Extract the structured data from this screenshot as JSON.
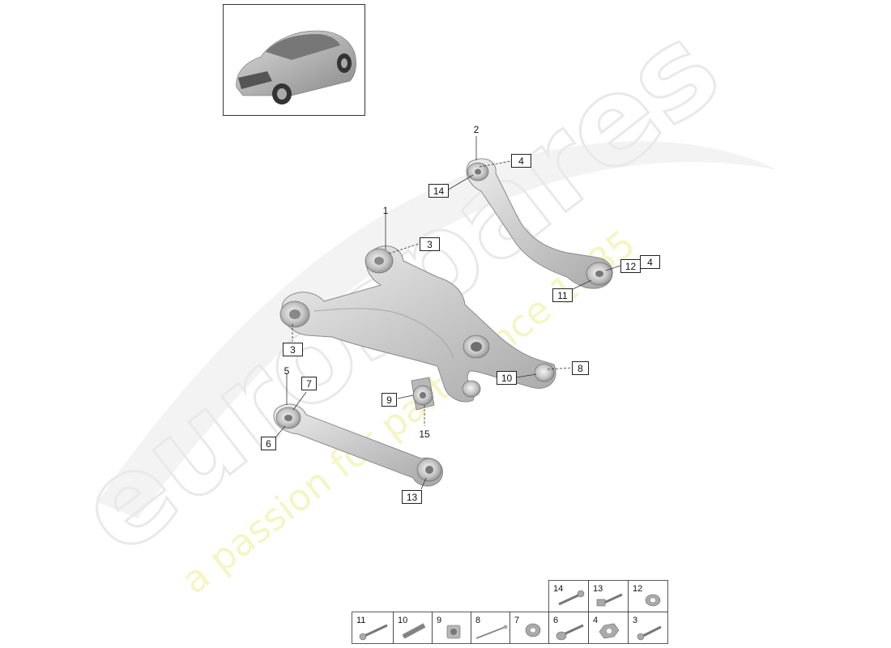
{
  "watermark": {
    "brand": "eurospares",
    "tagline": "a passion for parts since 1985"
  },
  "thumbnail": {
    "icon": "car-thumbnail-icon"
  },
  "callouts": [
    {
      "id": "c2",
      "label": "2",
      "boxed": false
    },
    {
      "id": "c4a",
      "label": "4",
      "boxed": true
    },
    {
      "id": "c14",
      "label": "14",
      "boxed": true
    },
    {
      "id": "c1",
      "label": "1",
      "boxed": false
    },
    {
      "id": "c3a",
      "label": "3",
      "boxed": true
    },
    {
      "id": "c12",
      "label": "12",
      "boxed": true
    },
    {
      "id": "c4b",
      "label": "4",
      "boxed": true
    },
    {
      "id": "c11",
      "label": "11",
      "boxed": true
    },
    {
      "id": "c3b",
      "label": "3",
      "boxed": true
    },
    {
      "id": "c8",
      "label": "8",
      "boxed": true
    },
    {
      "id": "c10",
      "label": "10",
      "boxed": true
    },
    {
      "id": "c5",
      "label": "5",
      "boxed": false
    },
    {
      "id": "c7",
      "label": "7",
      "boxed": true
    },
    {
      "id": "c9",
      "label": "9",
      "boxed": true
    },
    {
      "id": "c15",
      "label": "15",
      "boxed": false
    },
    {
      "id": "c6",
      "label": "6",
      "boxed": true
    },
    {
      "id": "c13",
      "label": "13",
      "boxed": true
    }
  ],
  "legend": {
    "top_row": [
      {
        "label": "14",
        "icon": "bolt-icon"
      },
      {
        "label": "13",
        "icon": "flange-bolt-icon"
      },
      {
        "label": "12",
        "icon": "washer-icon"
      }
    ],
    "bottom_row": [
      {
        "label": "11",
        "icon": "long-bolt-icon"
      },
      {
        "label": "10",
        "icon": "threaded-bolt-icon"
      },
      {
        "label": "9",
        "icon": "bushing-icon"
      },
      {
        "label": "8",
        "icon": "pin-icon"
      },
      {
        "label": "7",
        "icon": "washer-icon"
      },
      {
        "label": "6",
        "icon": "flange-bolt-icon"
      },
      {
        "label": "4",
        "icon": "nut-icon"
      },
      {
        "label": "3",
        "icon": "bolt-icon"
      }
    ]
  }
}
